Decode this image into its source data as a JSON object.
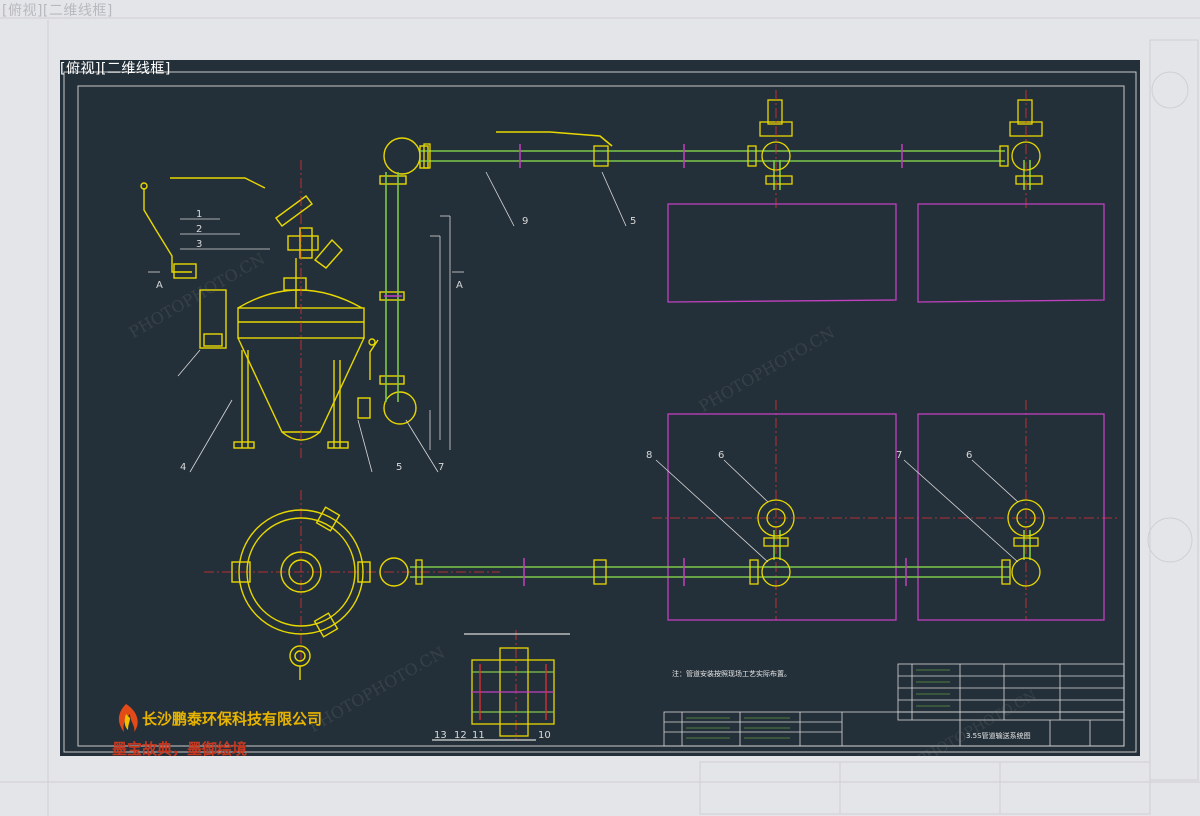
{
  "view_label": "[俯视][二维线框]",
  "company": {
    "name": "长沙鹏泰环保科技有限公司",
    "slogan": "墨宝故典，墨御绘境"
  },
  "watermark": {
    "text": "PHOTOPHOTO.CN"
  },
  "section_markers": [
    "A",
    "A"
  ],
  "callouts": {
    "top_view": [
      "1",
      "2",
      "3",
      "4",
      "5",
      "7",
      "9",
      "5"
    ],
    "plan_view": [
      "8",
      "6",
      "7",
      "6"
    ],
    "detail": [
      "13",
      "12",
      "11",
      "10"
    ]
  },
  "note": "注：管道安装按照现场工艺实际布置。",
  "title_block": {
    "drawing_name": "3.5S管道输送系统图"
  },
  "colors": {
    "background": "#243039",
    "pipe_green": "#7ec84a",
    "yellow": "#e8d800",
    "magenta": "#c040c0",
    "red": "#e03030",
    "white": "#e8e8e8"
  }
}
